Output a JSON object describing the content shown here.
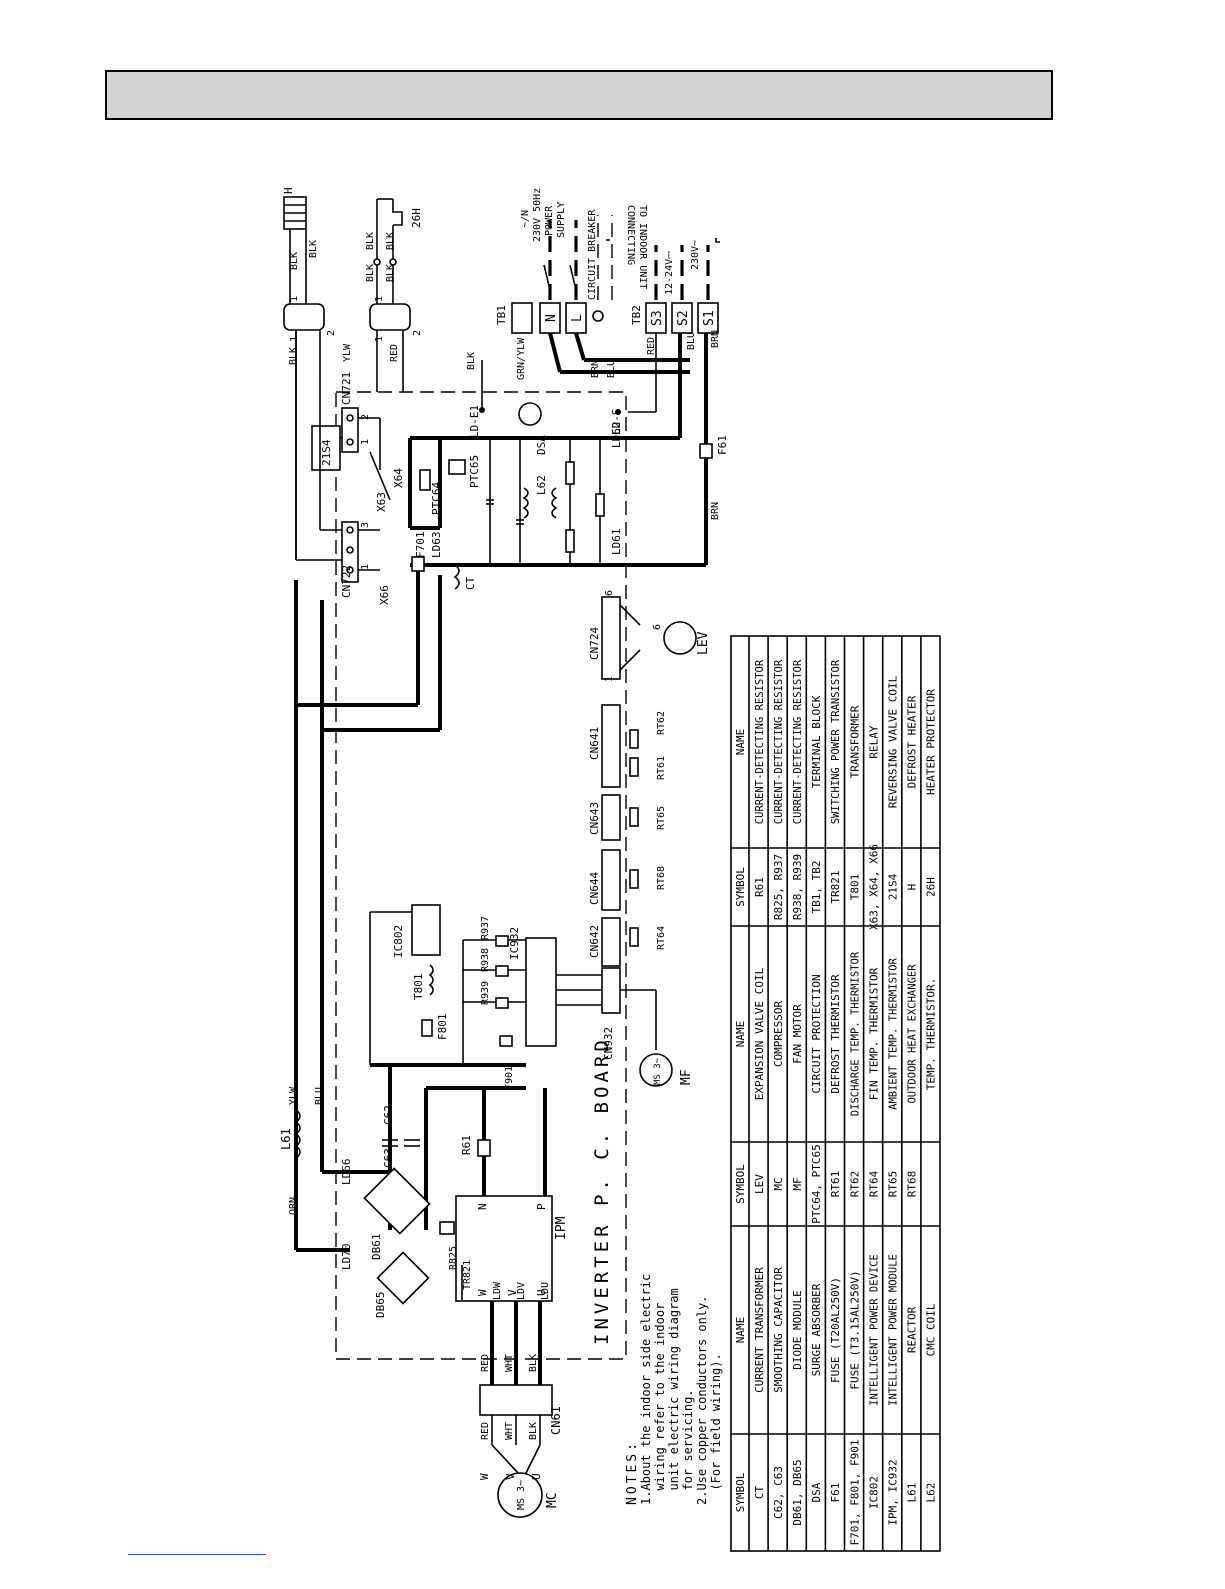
{
  "board": {
    "title": "INVERTER P. C. BOARD",
    "label_ipm": "IPM"
  },
  "notes": {
    "heading": "NOTES:",
    "lines": [
      "1.About the indoor side electric",
      "  wiring refer to the indoor",
      "  unit electric wiring diagram",
      "  for servicing.",
      "2.Use copper conductors only.",
      "  (For field wiring)."
    ]
  },
  "power": {
    "lines": [
      "~/N",
      "230V 50Hz",
      "POWER",
      "SUPPLY"
    ],
    "breaker": "CIRCUIT BREAKER",
    "indoor": [
      "TO INDOOR UNIT",
      "CONNECTING"
    ],
    "v_dc": "12-24V⎓",
    "v_ac": "230V~"
  },
  "labels": {
    "tb1": "TB1",
    "tb2": "TB2",
    "tb1_n": "N",
    "tb1_l": "L",
    "s3": "S3",
    "s2": "S2",
    "s1": "S1",
    "blk": "BLK",
    "ylw": "YLW",
    "red": "RED",
    "blu": "BLU",
    "brn": "BRN",
    "grn_ylw": "GRN/YLW",
    "orn": "ORN",
    "wht": "WHT",
    "h": "H",
    "h26": "26H",
    "cn721": "CN721",
    "cn722": "CN722",
    "s21s4": "21S4",
    "x63": "X63",
    "x64": "X64",
    "x66": "X66",
    "ptc64": "PTC64",
    "ptc65": "PTC65",
    "f701": "F701",
    "ld63": "LD63",
    "ld61": "LD61",
    "ld62": "LD62",
    "l62": "L62",
    "ct": "CT",
    "dsa": "DSA",
    "lde1": "LD-E1",
    "lds": "LD-S",
    "f61": "F61",
    "cn724": "CN724",
    "lev": "LEV",
    "six": "6",
    "cn641": "CN641",
    "rt61": "RT61",
    "rt62": "RT62",
    "cn643": "CN643",
    "rt65": "RT65",
    "cn644": "CN644",
    "rt68": "RT68",
    "cn642": "CN642",
    "rt64": "RT64",
    "ic932": "IC932",
    "cn932": "CN932",
    "ic802": "IC802",
    "t801": "T801",
    "f801": "F801",
    "f901": "F901",
    "r937": "R937",
    "r938": "R938",
    "r939": "R939",
    "mf": "MF",
    "ms3": "MS 3~",
    "l61": "L61",
    "ld66": "LD66",
    "ld70": "LD70",
    "c62": "C62",
    "c63": "C63",
    "r61": "R61",
    "db61": "DB61",
    "db65": "DB65",
    "r825": "R825",
    "tr821": "TR821",
    "ldw": "LDW",
    "ldv": "LDV",
    "ldu": "LDU",
    "cn61": "CN61",
    "mc": "MC",
    "mc_w": "W",
    "mc_v": "V",
    "mc_u": "U",
    "ipm_n": "N",
    "ipm_p": "P",
    "ipm_w": "W",
    "ipm_v": "V",
    "ipm_u": "U"
  },
  "symbols_table": {
    "headers": [
      "SYMBOL",
      "NAME",
      "SYMBOL",
      "NAME",
      "SYMBOL",
      "NAME",
      "SYMBOL",
      "NAME"
    ],
    "rows": [
      [
        "CT",
        "CURRENT TRANSFORMER",
        "LEV",
        "EXPANSION VALVE COIL",
        "R61",
        "CURRENT-DETECTING RESISTOR"
      ],
      [
        "C62, C63",
        "SMOOTHING CAPACITOR",
        "MC",
        "COMPRESSOR",
        "R825, R937",
        "CURRENT-DETECTING RESISTOR"
      ],
      [
        "DB61, DB65",
        "DIODE MODULE",
        "MF",
        "FAN MOTOR",
        "R938, R939",
        "CURRENT-DETECTING RESISTOR"
      ],
      [
        "DSA",
        "SURGE ABSORBER",
        "PTC64, PTC65",
        "CIRCUIT PROTECTION",
        "TB1, TB2",
        "TERMINAL BLOCK"
      ],
      [
        "F61",
        "FUSE (T20AL250V)",
        "RT61",
        "DEFROST THERMISTOR",
        "TR821",
        "SWITCHING POWER TRANSISTOR"
      ],
      [
        "F701, F801, F901",
        "FUSE (T3.15AL250V)",
        "RT62",
        "DISCHARGE TEMP. THERMISTOR",
        "T801",
        "TRANSFORMER"
      ],
      [
        "IC802",
        "INTELLIGENT POWER DEVICE",
        "RT64",
        "FIN TEMP. THERMISTOR",
        "X63, X64, X66",
        "RELAY"
      ],
      [
        "IPM, IC932",
        "INTELLIGENT POWER MODULE",
        "RT65",
        "AMBIENT TEMP. THERMISTOR",
        "21S4",
        "REVERSING VALVE COIL"
      ],
      [
        "L61",
        "REACTOR",
        "RT68",
        "OUTDOOR HEAT EXCHANGER",
        "H",
        "DEFROST HEATER"
      ],
      [
        "L62",
        "CMC COIL",
        "",
        "TEMP. THERMISTOR.",
        "26H",
        "HEATER PROTECTOR"
      ]
    ]
  }
}
